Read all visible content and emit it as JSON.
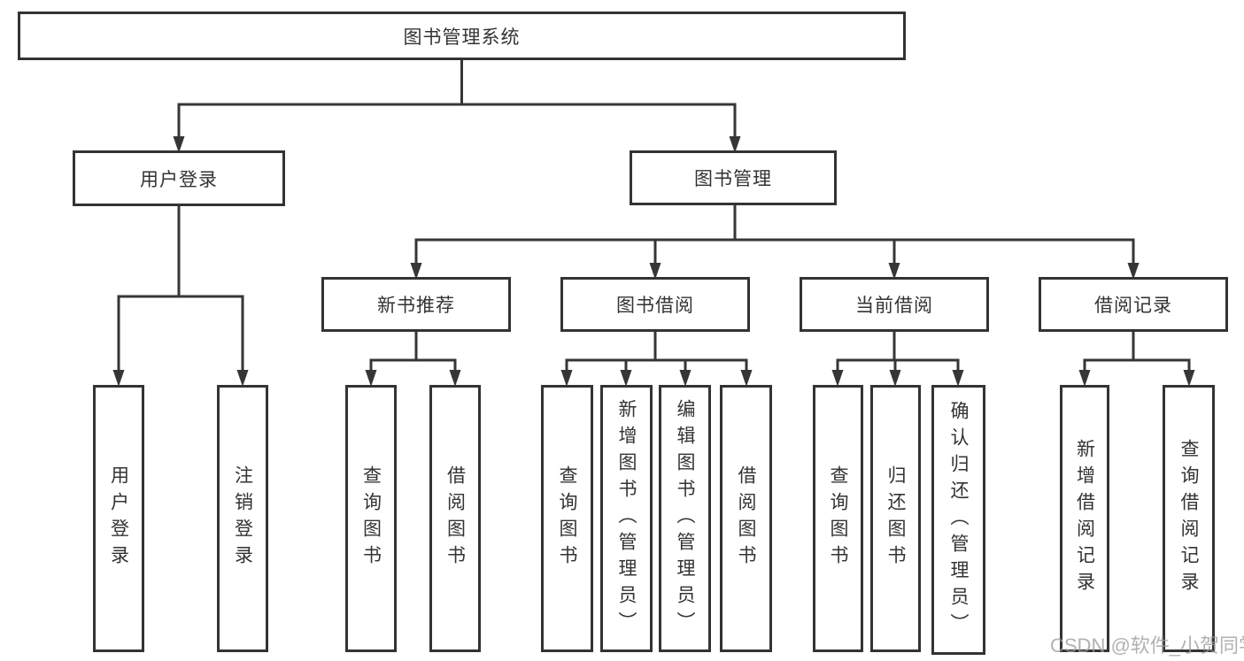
{
  "diagram": {
    "type": "hierarchy-diagram",
    "title": "图书管理系统",
    "watermark": "CSDN @软件_小贺同学",
    "colors": {
      "line": "#363636",
      "box_border": "#333333",
      "text": "#333333",
      "background": "#ffffff",
      "watermark": "#9c9c9c"
    },
    "tree": {
      "root": "图书管理系统",
      "branches": [
        {
          "label": "用户登录",
          "children": [
            "用户登录",
            "注销登录"
          ]
        },
        {
          "label": "图书管理",
          "children": [
            {
              "label": "新书推荐",
              "children": [
                "查询图书",
                "借阅图书"
              ]
            },
            {
              "label": "图书借阅",
              "children": [
                "查询图书",
                "新增图书（管理员）",
                "编辑图书（管理员）",
                "借阅图书"
              ]
            },
            {
              "label": "当前借阅",
              "children": [
                "查询图书",
                "归还图书",
                "确认归还（管理员）"
              ]
            },
            {
              "label": "借阅记录",
              "children": [
                "新增借阅记录",
                "查询借阅记录"
              ]
            }
          ]
        }
      ]
    }
  }
}
